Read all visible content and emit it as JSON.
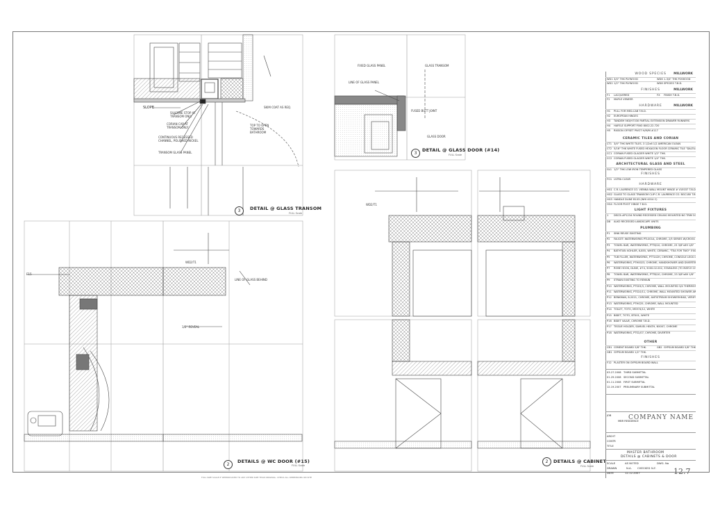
{
  "details": {
    "d1": {
      "num": "3",
      "title": "DETAIL @ GLASS TRANSOM",
      "scale": "FULL Scale"
    },
    "d2": {
      "num": "3",
      "title": "DETAIL @ GLASS DOOR (#14)",
      "scale": "FULL Scale"
    },
    "d3": {
      "num": "2",
      "title": "DETAILS @ WC DOOR (#15)",
      "scale": "FULL Scale"
    },
    "d4": {
      "num": "2",
      "title": "DETAILS @ CABINET",
      "scale": "FULL Scale"
    }
  },
  "annotations": {
    "slope": "SLOPE",
    "silicone": "SILICONE STOP AT TRANSOM ONLY",
    "corian_cap": "CORIAN CAP AT TRANSOM ONLY",
    "recessed": "CONTINUOUS RECESSED CHANNEL, POLISHED NICKEL",
    "transom_panel": "TRANSOM GLASS PANEL",
    "skim_coat": "SKIM COAT AS REQ.",
    "top_open": "TOP TO OPEN TOWARDS BATHROOM",
    "fixed_glass": "FIXED GLASS PANEL",
    "glass_transom": "GLASS TRANSOM",
    "line_glass_panel": "LINE OF GLASS PANEL",
    "fused_butt": "FUSED BUTT JOINT",
    "glass_door": "GLASS DOOR",
    "line_glass_behind": "LINE OF GLASS BEHIND",
    "reveal": "1/2\" REVEAL",
    "tag_wd": "WD2/T1",
    "tag_wd2": "WD2/T1",
    "tag_e": "E15"
  },
  "schedule": {
    "wood_header": "WOOD SPECIES",
    "wood_right": "MILLWORK",
    "wood": [
      {
        "code": "WD1",
        "desc": "3/4\" THK PLYWOOD",
        "code2": "WD6",
        "desc2": "1-3/4\" THK PLYWOOD"
      },
      {
        "code": "WD2",
        "desc": "1/2\" THK PLYWOOD",
        "code2": "WD8",
        "desc2": "SPECIES T.B.D."
      }
    ],
    "finishes_header": "FINISHES",
    "finishes_right": "MILLWORK",
    "finishes": [
      {
        "code": "F1",
        "desc": "LACQUERED",
        "code2": "FX",
        "desc2": "FINISH T.B.D."
      },
      {
        "code": "F2",
        "desc": "MAPLE VENEER",
        "code2": "",
        "desc2": ""
      }
    ],
    "hardware_header": "HARDWARE",
    "hardware_right": "MILLWORK",
    "hardware": [
      {
        "code": "H1",
        "desc": "PULL FOR MED-CAB T.B.D."
      },
      {
        "code": "H2",
        "desc": "EUROPEAN HINGES"
      },
      {
        "code": "H3",
        "desc": "TANDEM 563/H7330 PARTIAL EXTENSION DRAWER RUNNERS"
      },
      {
        "code": "H4",
        "desc": "HAFELE SUPPORT P/NO 8002.22.720"
      },
      {
        "code": "H5",
        "desc": "RIXSON OFFSET PIVOT H/M/M #117"
      }
    ],
    "ceramic_header": "CERAMIC TILES AND CORIAN",
    "ceramic": [
      {
        "code": "CT1",
        "desc": "3/4\" THK WHITE TILES. 3 1/2x6 1/2 AMERICAN OLEAN"
      },
      {
        "code": "CT2",
        "desc": "5/16\" THK WHITE FUSED HEXAGON FLOOR CERAMIC TILE \"DALTILE\" MATTE"
      },
      {
        "code": "CC1",
        "desc": "CORIAN FUSED GLACIER WHITE 1/2\" THK."
      },
      {
        "code": "CC2",
        "desc": "CORIAN FUSED GLACIER WHITE 1/4\" THK."
      }
    ],
    "glass_header": "ARCHITECTURAL GLASS AND STEEL",
    "glass": [
      {
        "code": "GL1",
        "desc": "1/2\" THK LOW IRON TEMPERED GLASS"
      }
    ],
    "finishes2_header": "FINISHES",
    "finishes2": [
      {
        "code": "FG1",
        "desc": "ULTRA CLEAR"
      }
    ],
    "hardware2_header": "HARDWARE",
    "hardware2": [
      {
        "code": "HG1",
        "desc": "C.R. LAURENCE CO. VIENNA WALL MOUNT HINGE # V1E037 T.B.D."
      },
      {
        "code": "HG2",
        "desc": "GLASS TO GLASS TRANSOM CLIP C.R. LAURENCE CO. BGC180 T.B.D."
      },
      {
        "code": "HG3",
        "desc": "HANDLE DLINE B103 (WHI 4014 C)"
      },
      {
        "code": "HG4",
        "desc": "FLOOR PIVOT HINGE T.B.D."
      }
    ],
    "light_header": "LIGHT FIXTURES",
    "light": [
      {
        "code": "1",
        "desc": "DELTA #P1234 ROUND RECESSED CEILING MOUNTED NO TRIM 50W T4 G.PLUS 12 V"
      },
      {
        "code": "D8",
        "desc": "ALKO RECESSED LANDSCAPE UNITS"
      }
    ],
    "plumbing_header": "PLUMBING",
    "plumbing": [
      {
        "code": "P1",
        "desc": "SINK REUSE EXISTING"
      },
      {
        "code": "P2",
        "desc": "FAUCET: WATERWORKS PTL001A, CHROME, 2/5 SERIES W/CROSS HANDLES"
      },
      {
        "code": "P3",
        "desc": "TOWEL BAR, WATERWORKS, PTT8/10, CHROME, 23 3/8\"x69 1/8\""
      },
      {
        "code": "P4",
        "desc": "BATHTUB: KOHLER, K-855, WHITE, CERAMIC, \"TEA FOR TWO\" 5'00\""
      },
      {
        "code": "P5",
        "desc": "TUB FILLER, WATERWORKS, PTT142H, CHROME, CONSOLE LEGS DECK MOUNTED TUB FILLER W/ CROSS HANDLES"
      },
      {
        "code": "P6",
        "desc": "WATERWORKS, PTH0023, CHROME, HANDSHOWER AND DIVERTER"
      },
      {
        "code": "P7",
        "desc": "ROBE HOOK, DLINE, #74, 5000.02.002, STAINLESS (TO MATCH CHROME)"
      },
      {
        "code": "P8",
        "desc": "TOWEL BAR, WATERWORKS, PTTB/10, CHROME, 23 3/8\"x69 1/8\""
      },
      {
        "code": "P9",
        "desc": "STRAIN EXISTING TO REMAIN"
      },
      {
        "code": "P10",
        "desc": "WATERWORKS, PTS03/3, CHROME, WALL MOUNTED 3/4 THERMOSTATIC SHOWER VALVE"
      },
      {
        "code": "P11",
        "desc": "WATERWORKS, PTS10/11, CHROME, WALL MOUNTED SHOWER ARM"
      },
      {
        "code": "P12",
        "desc": "BENKMAN, 8-2021, CHROME, ANTISTREAM SHOWERHEAD, VERIFY COMPATIBILITY W/ WATERWORKS ARM"
      },
      {
        "code": "P13",
        "desc": "WATERWORKS, PTHG25, CHROME, WALL MOUNTED"
      },
      {
        "code": "P14",
        "desc": "TOILET, TOTO, MS974/12, WHITE"
      },
      {
        "code": "P15",
        "desc": "BIDET, TOTO, BT001, WHITE"
      },
      {
        "code": "P16",
        "desc": "BIDET VALVE, CHROME T.B.D."
      },
      {
        "code": "P17",
        "desc": "TISSUE HOLDER, SAMUEL HEATH, N5007, CHROME"
      },
      {
        "code": "P18",
        "desc": "WATERWORKS, PTS1/07, CHROME, DIVERTER"
      }
    ],
    "other_header": "OTHER",
    "other": [
      {
        "code": "CB1",
        "desc": "CEMENT BOARD 5/8\" THK.",
        "code2": "GB2",
        "desc2": "GYPSUM BOARD 5/8\" THK."
      },
      {
        "code": "GB1",
        "desc": "GYPSUM BOARD 1/2\" THK.",
        "code2": "",
        "desc2": ""
      }
    ],
    "finishes3_header": "FINISHES",
    "finishes3": [
      {
        "code": "F12",
        "desc": "PLASTER ON GYPSUM BOARD WALL"
      }
    ]
  },
  "submittals": [
    {
      "date": "03.27.2008",
      "desc": "THIRD SUBMITTAL"
    },
    {
      "date": "01.29.2008",
      "desc": "SECOND SUBMITTAL"
    },
    {
      "date": "01.11.2008",
      "desc": "FIRST SUBMITTAL"
    },
    {
      "date": "12.19.2007",
      "desc": "PRELIMINARY SUBMITTAL"
    }
  ],
  "titleblock": {
    "company": "COMPANY NAME",
    "job_label": "JOB",
    "job": "MBR RESIDENCE",
    "archt": "ARCHT",
    "contr": "CONTR",
    "title_label": "TITLE",
    "title1": "MASTER BATHROOM",
    "title2": "DETAILS @ CABINETS & DOOR",
    "scale_label": "SCALE",
    "scale": "AS NOTED",
    "dwg_label": "DWG. No",
    "drawn_label": "DRAWN",
    "drawn": "N.A.",
    "checked_label": "CHECKED",
    "checked": "N.F.",
    "date_label": "DATE",
    "date": "12.12.2007",
    "sheet": "12.7"
  },
  "footnote": "FULL SIZE SCALE IF REPRODUCED TO ANY OTHER SIZE THAN ORIGINAL. CHECK ALL DIMENSIONS ON SITE"
}
